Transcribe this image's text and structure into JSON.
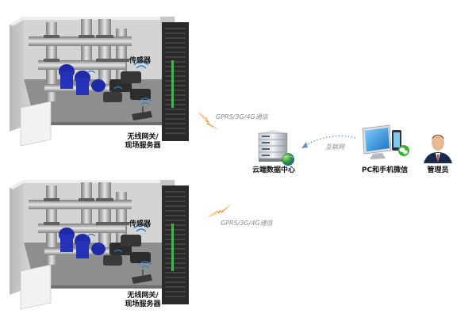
{
  "stations": [
    {
      "sensor_label": "传感器",
      "gateway_label_line1": "无线网关/",
      "gateway_label_line2": "现场服务器"
    },
    {
      "sensor_label": "传感器",
      "gateway_label_line1": "无线网关/",
      "gateway_label_line2": "现场服务器"
    }
  ],
  "links": {
    "comm_label_top": "GPRS/3G/4G通信",
    "comm_label_bottom": "GPRS/3G/4G通信",
    "internet_label": "互联网"
  },
  "cloud": {
    "label": "云端数据中心"
  },
  "client": {
    "label": "PC和手机微信"
  },
  "admin": {
    "label": "管理员"
  },
  "colors": {
    "room_wall": "#cfcfcf",
    "room_floor": "#9a9a9a",
    "pump_blue": "#1f2aa8",
    "lightning": "#f0a050",
    "signal_blue": "#2a7fd4",
    "grille": "#2a2a2a"
  }
}
